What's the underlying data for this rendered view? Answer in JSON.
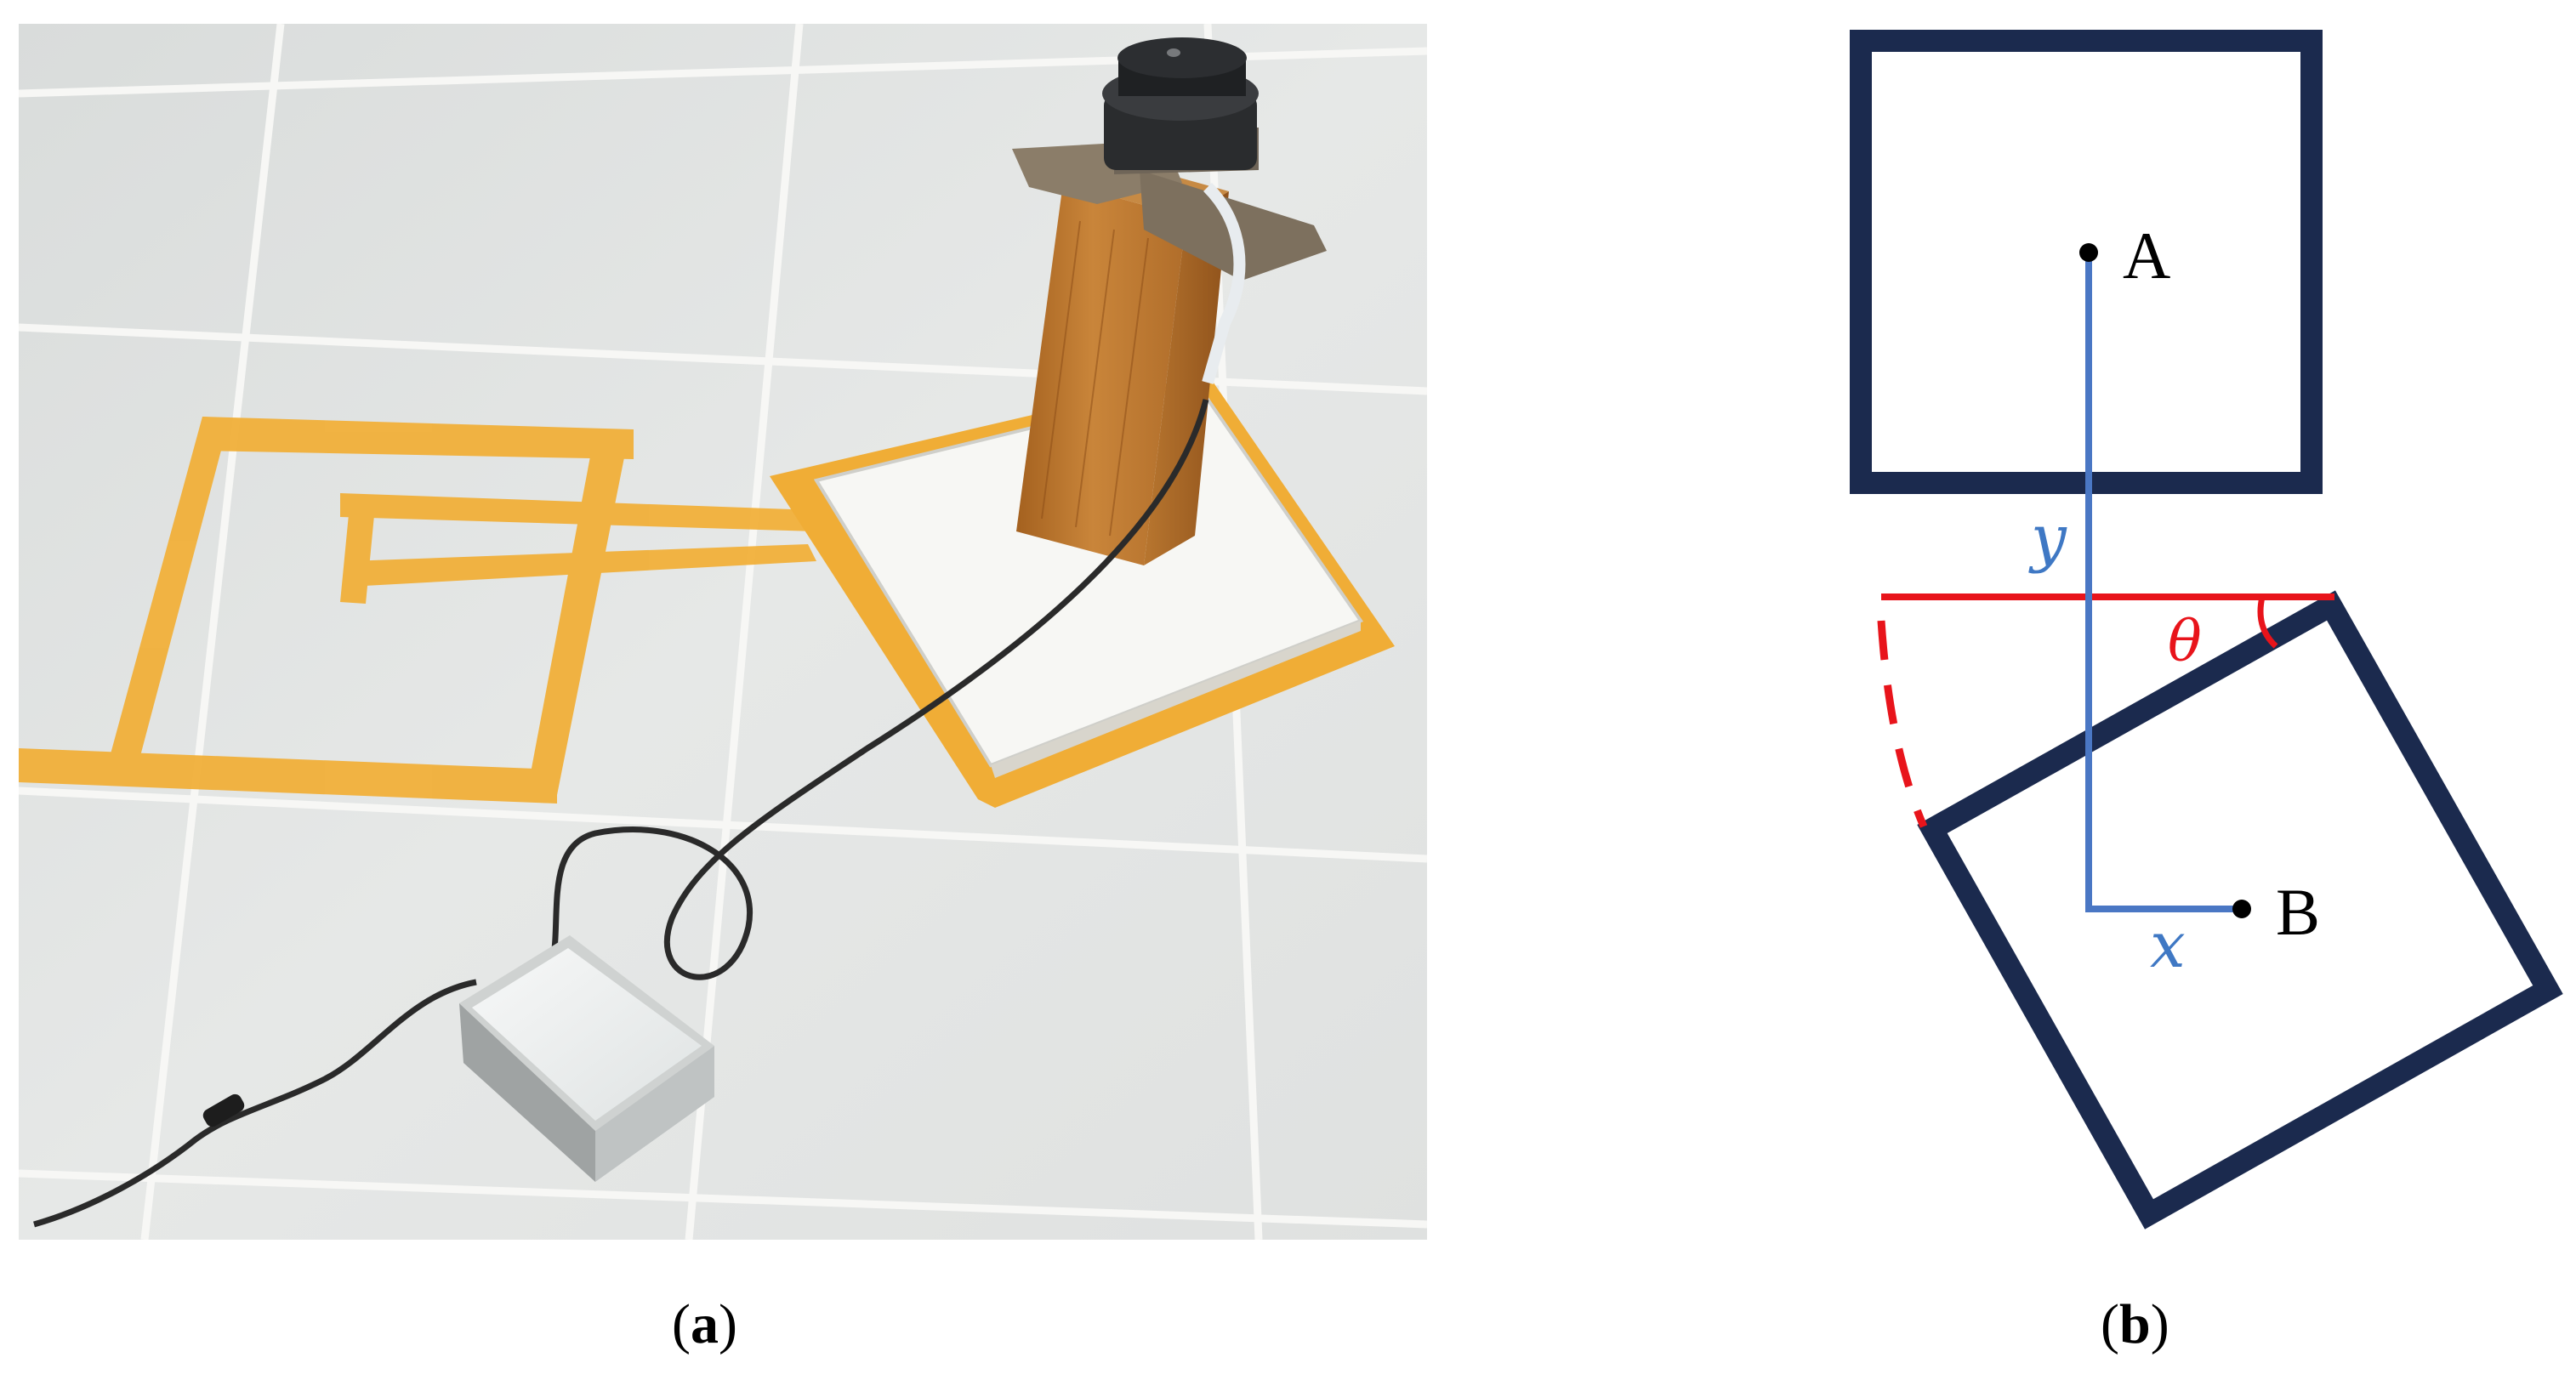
{
  "panel_a": {
    "caption_open": "(",
    "caption_letter": "a",
    "caption_close": ")",
    "description_tag": "photo-lidar-on-wooden-post-over-taped-squares"
  },
  "panel_b": {
    "caption_open": "(",
    "caption_letter": "b",
    "caption_close": ")",
    "point_a_label": "A",
    "point_b_label": "B",
    "y_label": "y",
    "x_label": "x",
    "angle_label": "θ",
    "colors": {
      "square": "#1b2a4e",
      "offset_line": "#4a77c4",
      "angle_line": "#e8141b",
      "point": "#000000",
      "axis_text": "#3f78c4",
      "angle_text": "#e8141b"
    }
  },
  "colors": {
    "tape": "#f2b33d",
    "tile": "#e4e6e5",
    "grout": "#f5f5f3",
    "wood": "#b9772e",
    "device": "#f0f2f1",
    "cable": "#2a2a2a",
    "lidar": "#2a2c2e",
    "bracket": "#8a7d6a"
  }
}
